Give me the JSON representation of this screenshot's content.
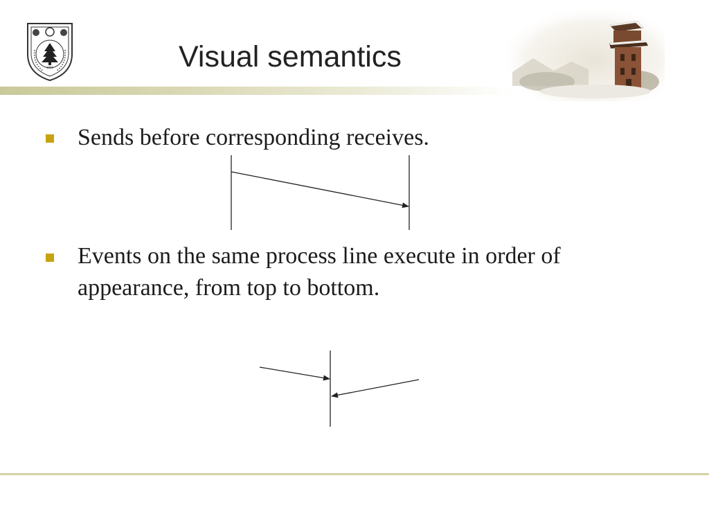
{
  "slide": {
    "title": "Visual semantics",
    "bullets": [
      {
        "text": "Sends before corresponding receives."
      },
      {
        "text": "Events on the same process line execute in order of appearance, from top to bottom."
      }
    ]
  },
  "logo": {
    "icon": "university-emblem-icon",
    "year": "1902",
    "ring_text": "NANJING UNIVERSITY"
  },
  "header_image": {
    "icon": "tower-photo"
  },
  "colors": {
    "bullet": "#c7a311",
    "title": "#222222",
    "body_text": "#1c1c1c",
    "rule": "#d6d2a6",
    "diagram_stroke": "#222222"
  }
}
